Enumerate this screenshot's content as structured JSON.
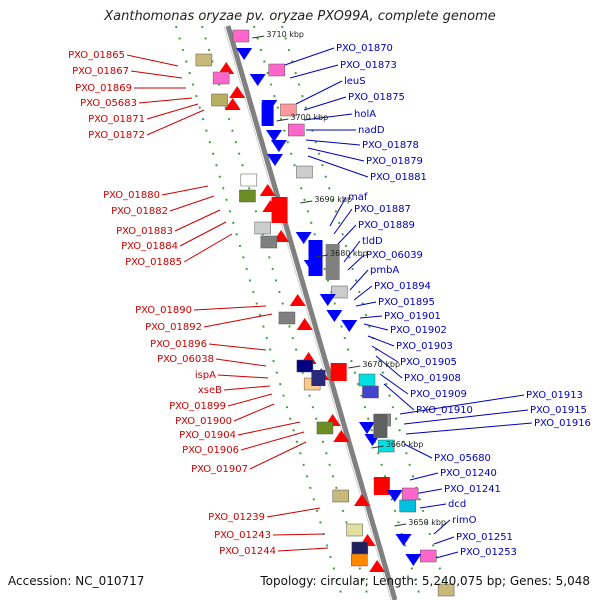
{
  "title": "Xanthomonas oryzae pv. oryzae PXO99A, complete genome",
  "footer": {
    "accession": "Accession: NC_010717",
    "summary": "Topology: circular; Length: 5,240,075 bp; Genes: 5,048"
  },
  "colors": {
    "left_label": "#cc0000",
    "right_label": "#0000bb",
    "strand_line": "#808080",
    "forward_arrow": "#ff0000",
    "reverse_arrow": "#0000ff"
  },
  "ticks": [
    "3710 kbp",
    "3700 kbp",
    "3690 kbp",
    "3680 kbp",
    "3670 kbp",
    "3660 kbp",
    "3650 kbp"
  ],
  "left_labels": [
    "PXO_01865",
    "PXO_01867",
    "PXO_01869",
    "PXO_05683",
    "PXO_01871",
    "PXO_01872",
    "PXO_01880",
    "PXO_01882",
    "PXO_01883",
    "PXO_01884",
    "PXO_01885",
    "PXO_01890",
    "PXO_01892",
    "PXO_01896",
    "PXO_06038",
    "ispA",
    "xseB",
    "PXO_01899",
    "PXO_01900",
    "PXO_01904",
    "PXO_01906",
    "PXO_01907",
    "PXO_01239",
    "PXO_01243",
    "PXO_01244"
  ],
  "right_labels": [
    "PXO_01870",
    "PXO_01873",
    "leuS",
    "PXO_01875",
    "holA",
    "nadD",
    "PXO_01878",
    "PXO_01879",
    "PXO_01881",
    "maf",
    "PXO_01887",
    "PXO_01889",
    "tldD",
    "PXO_06039",
    "pmbA",
    "PXO_01894",
    "PXO_01895",
    "PXO_01901",
    "PXO_01902",
    "PXO_01903",
    "PXO_01905",
    "PXO_01908",
    "PXO_01909",
    "PXO_01910",
    "PXO_01913",
    "PXO_01915",
    "PXO_01916",
    "PXO_05680",
    "PXO_01240",
    "PXO_01241",
    "dcd",
    "rimO",
    "PXO_01251",
    "PXO_01253"
  ]
}
